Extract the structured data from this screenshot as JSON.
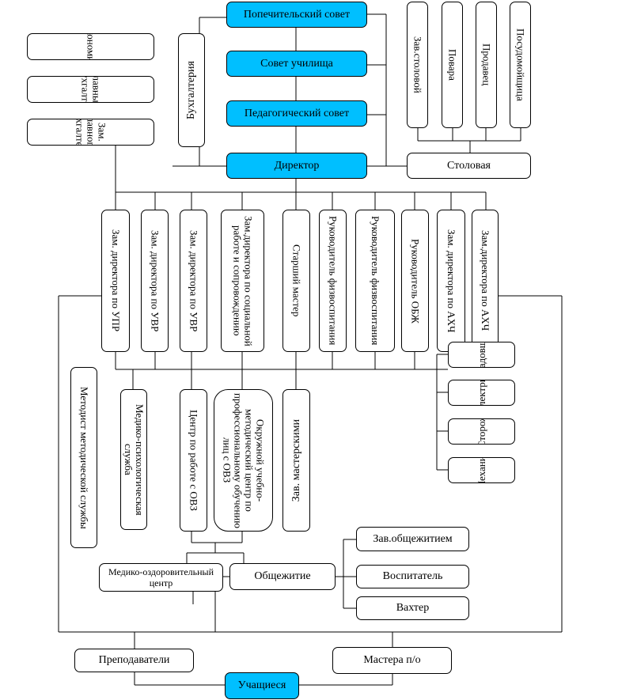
{
  "top": {
    "board_of_trustees": "Попечительский совет",
    "school_council": "Совет училища",
    "pedagogical_council": "Педагогический совет",
    "director": "Директор",
    "accounting": "Бухгалтерия"
  },
  "left_top": {
    "economist": "Экономист",
    "chief_accountant": "Главный бухгалтер",
    "accountant_deputy": "Зам. главного бухгалтера"
  },
  "canteen": {
    "label": "Столовая",
    "staff": [
      "Зав.столовой",
      "Повара",
      "Продавец",
      "Посудомойщица"
    ]
  },
  "deputies": [
    "Зам. директора по УПР",
    "Зам. директора по УВР",
    "Зам. директора по УВР",
    "Зам.директора по социальной работе и сопровождению",
    "Старший мастер",
    "Руководитель физвоспитания",
    "Руководитель физвоспитания",
    "Руководитель ОБЖ",
    "Зам. директора по АХЧ",
    "Зам.директора по АХЧ"
  ],
  "services": {
    "methodical": "Методист методической службы",
    "psych": "Медико-психологическая служба",
    "center_ovz": "Центр по работе с ОВЗ",
    "resource_center": "Окружной учебно-методический центр по профессиональному обучению лиц с ОВЗ",
    "workshops": "Зав. мастерскими"
  },
  "ahch_staff": [
    "Кладовщик",
    "Электрик",
    "Сторож",
    "Механик"
  ],
  "bottom": {
    "medical_center": "Медико-оздоровительный центр",
    "dormitory": "Общежитие",
    "dorm_head": "Зав.общежитием",
    "educator": "Воспитатель",
    "watchman": "Вахтер",
    "teachers": "Преподаватели",
    "masters": "Мастера п/о",
    "students": "Учащиеся"
  },
  "colors": {
    "accent": "#00bfff",
    "line": "#000000"
  }
}
